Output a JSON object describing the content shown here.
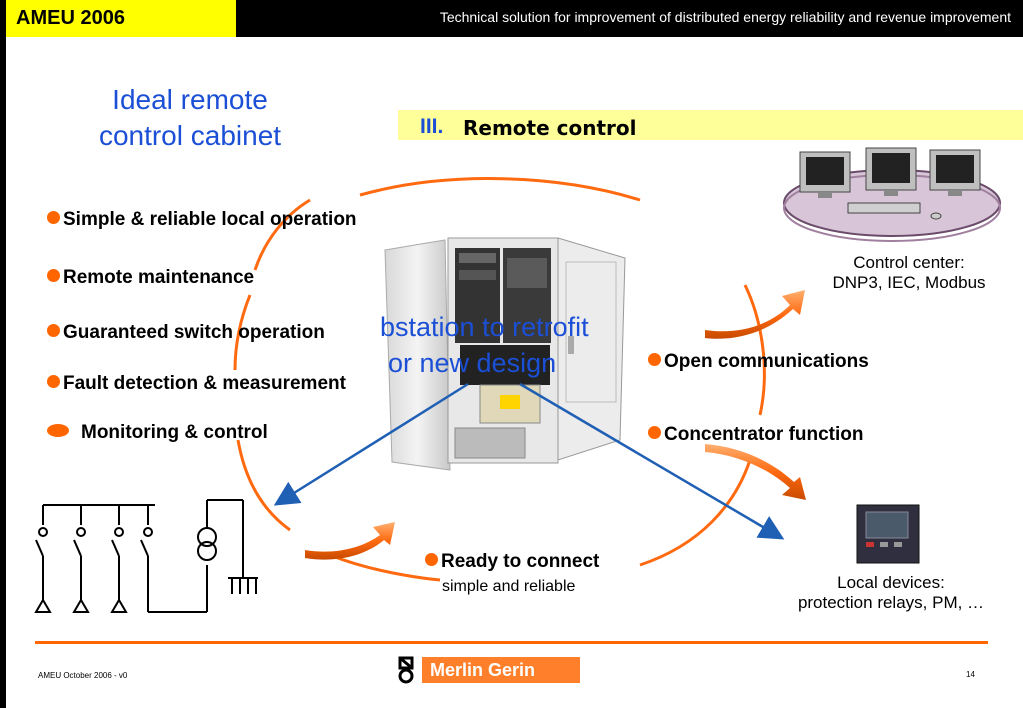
{
  "header": {
    "brand": "AMEU 2006",
    "title": "Technical solution for improvement of distributed energy reliability and revenue improvement"
  },
  "slide_title": {
    "line1": "Ideal remote",
    "line2": "control cabinet"
  },
  "section": {
    "roman": "III.",
    "label": "Remote control"
  },
  "bullets_left": [
    "Simple & reliable  local operation",
    "Remote maintenance",
    "Guaranteed switch operation",
    "Fault detection & measurement",
    "Monitoring & control"
  ],
  "overlay": {
    "line1": "bstation to retrofit",
    "line2": "or new design"
  },
  "bullets_right": [
    "Open communications",
    "Concentrator function"
  ],
  "ready": {
    "title": "Ready to connect",
    "subtitle": "simple and reliable"
  },
  "control_center": {
    "line1": "Control center:",
    "line2": "DNP3, IEC, Modbus"
  },
  "local_devices": {
    "line1": "Local devices:",
    "line2": "protection relays, PM, …"
  },
  "footer": {
    "text": "AMEU October 2006 - v0",
    "page": "14",
    "logo_text": "Merlin Gerin"
  },
  "colors": {
    "accent_orange": "#ff6600",
    "title_blue": "#1a4fd6",
    "band_yellow": "#ffff99",
    "brand_yellow": "#ffff00"
  }
}
